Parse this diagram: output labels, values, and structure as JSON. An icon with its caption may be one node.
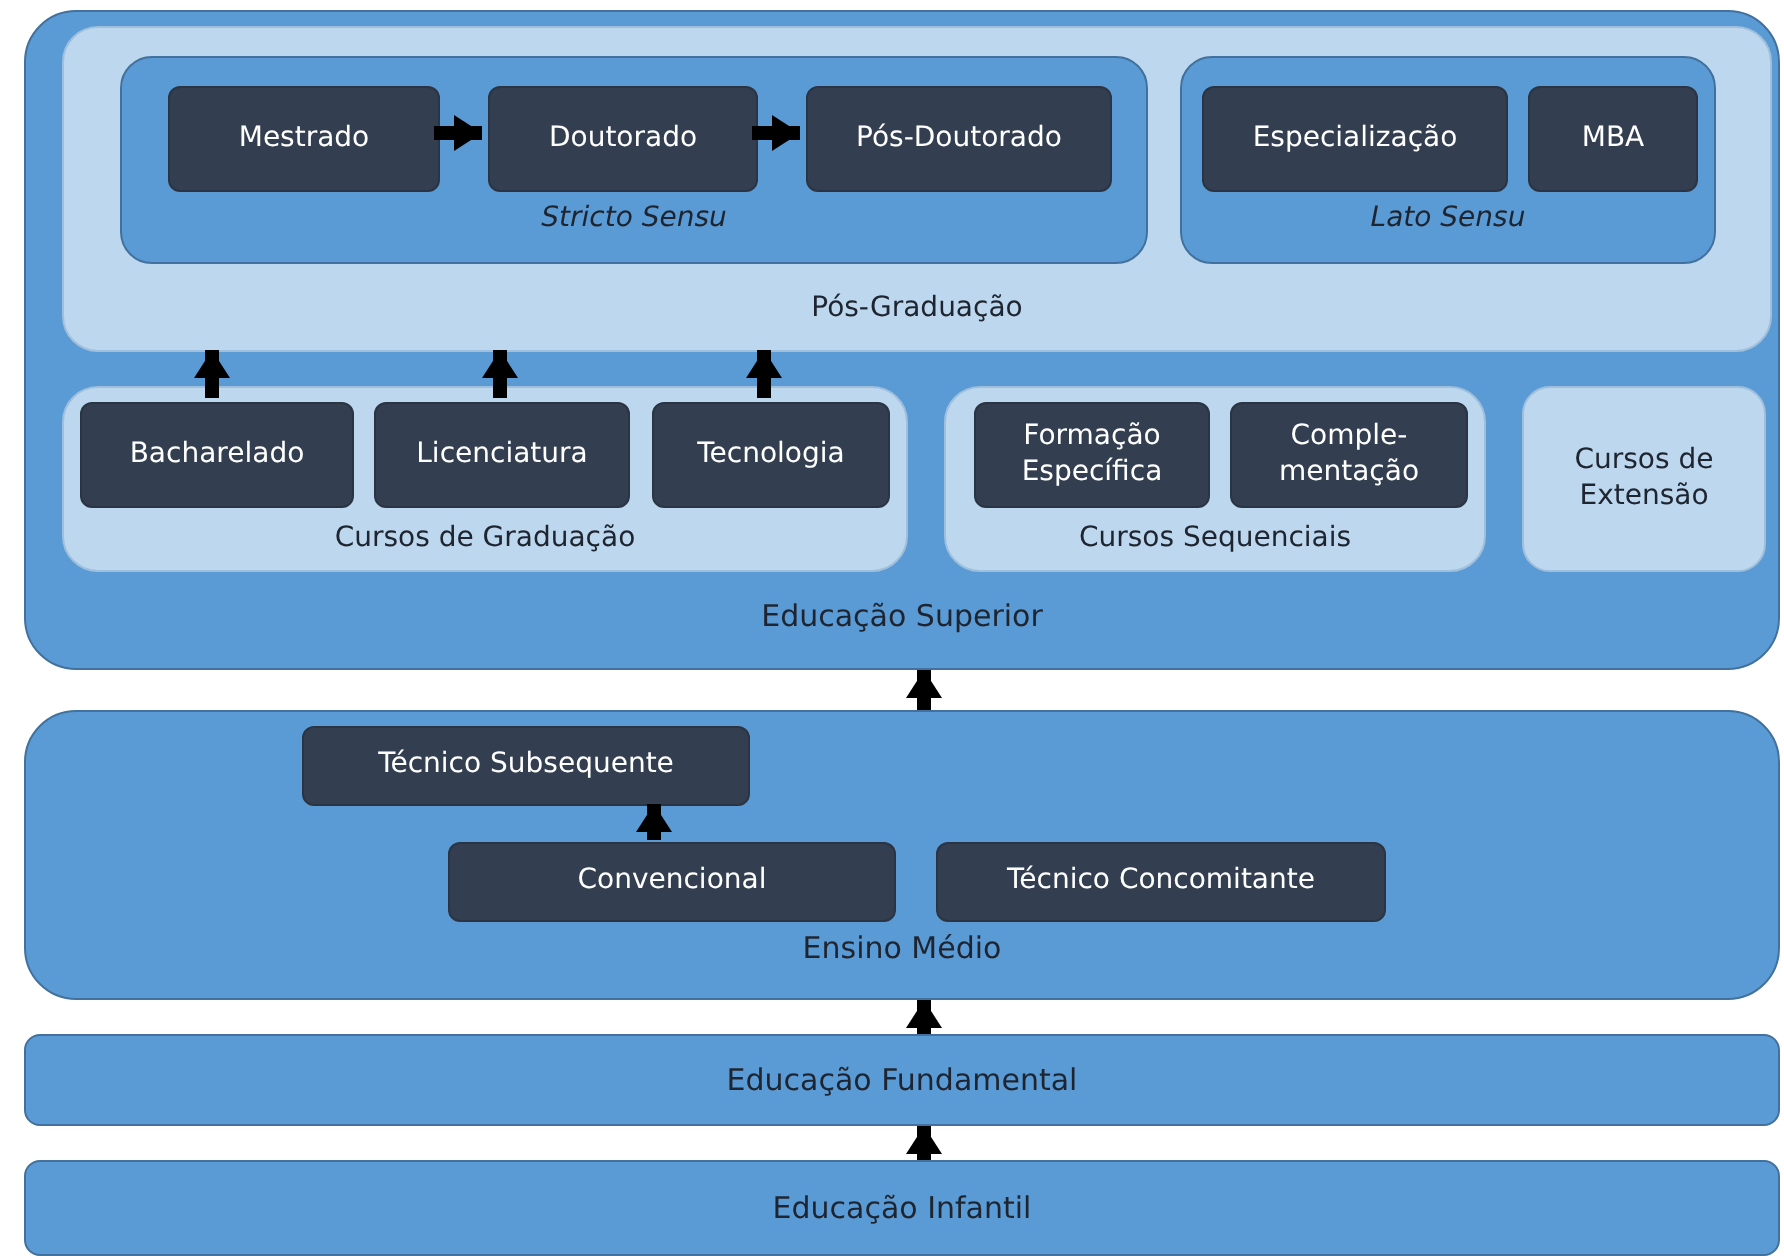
{
  "diagram": {
    "nodes": [
      {
        "text": [
          "Educação Superior"
        ]
      },
      {
        "text": [
          "Pós-Graduação"
        ],
        "in": 0
      },
      {
        "text": [
          "Stricto Sensu"
        ],
        "in": 1
      },
      {
        "text": [
          "Mestrado"
        ],
        "in": 2
      },
      {
        "text": [
          "Doutorado"
        ],
        "in": 2
      },
      {
        "text": [
          "Pós-Doutorado"
        ],
        "in": 2
      },
      {
        "text": [
          "Lato Sensu"
        ],
        "in": 1
      },
      {
        "text": [
          "Especialização"
        ],
        "in": 6
      },
      {
        "text": [
          "MBA"
        ],
        "in": 6
      },
      {
        "text": [
          "Cursos de Graduação"
        ],
        "in": 0
      },
      {
        "text": [
          "Bacharelado"
        ],
        "in": 9
      },
      {
        "text": [
          "Licenciatura"
        ],
        "in": 9
      },
      {
        "text": [
          "Tecnologia"
        ],
        "in": 9
      },
      {
        "text": [
          "Cursos Sequenciais"
        ],
        "in": 0
      },
      {
        "text": [
          "Formação Específica"
        ],
        "in": 13
      },
      {
        "text": [
          "Comple- mentação"
        ],
        "in": 13
      },
      {
        "text": [
          "Cursos de Extensão"
        ],
        "in": 0
      },
      {
        "text": [
          "Ensino Médio"
        ]
      },
      {
        "text": [
          "Técnico Subsequente"
        ],
        "in": 17
      },
      {
        "text": [
          "Convencional"
        ],
        "in": 17
      },
      {
        "text": [
          "Técnico Concomitante"
        ],
        "in": 17
      },
      {
        "text": [
          "Educação Fundamental"
        ]
      },
      {
        "text": [
          "Educação Infantil"
        ]
      }
    ],
    "edges": [
      {
        "from": 3,
        "to": 4,
        "arrow": "to"
      },
      {
        "from": 4,
        "to": 5,
        "arrow": "to"
      },
      {
        "from": 10,
        "to": 1,
        "arrow": "to"
      },
      {
        "from": 11,
        "to": 1,
        "arrow": "to"
      },
      {
        "from": 12,
        "to": 1,
        "arrow": "to"
      },
      {
        "from": 19,
        "to": 18,
        "arrow": "to"
      },
      {
        "from": 17,
        "to": 0,
        "arrow": "to"
      },
      {
        "from": 21,
        "to": 17,
        "arrow": "to"
      },
      {
        "from": 22,
        "to": 21,
        "arrow": "to"
      }
    ]
  }
}
